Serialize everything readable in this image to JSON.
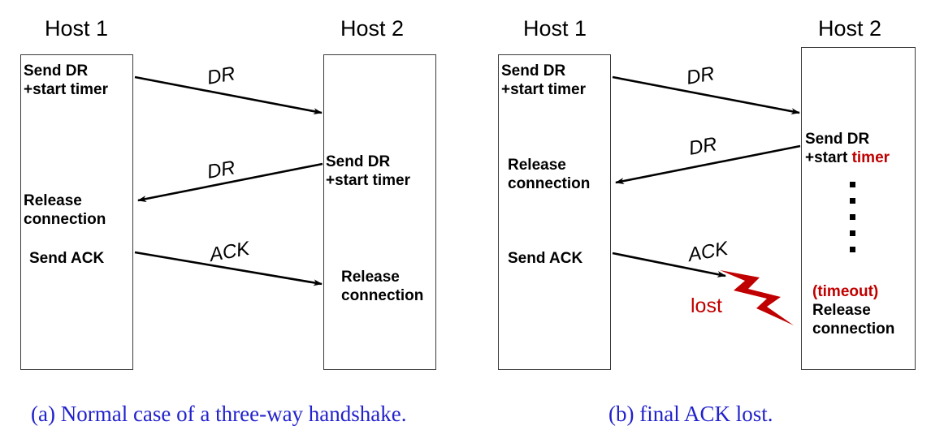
{
  "figure": {
    "background_color": "#ffffff",
    "accent_blue": "#2222cc",
    "accent_red": "#c00000",
    "line_color": "#000000"
  },
  "panel_a": {
    "host1_label": "Host 1",
    "host2_label": "Host 2",
    "caption": "(a) Normal case of a three-way handshake.",
    "host1_events": [
      {
        "line1": "Send DR",
        "line2": "+start timer"
      },
      {
        "line1": "Release",
        "line2": "connection"
      },
      {
        "line1": "Send ACK",
        "line2": ""
      }
    ],
    "host2_events": [
      {
        "line1": "Send DR",
        "line2": "+start timer"
      },
      {
        "line1": "Release",
        "line2": "connection"
      }
    ],
    "messages": [
      {
        "label": "DR",
        "direction": "right"
      },
      {
        "label": "DR",
        "direction": "left"
      },
      {
        "label": "ACK",
        "direction": "right"
      }
    ]
  },
  "panel_b": {
    "host1_label": "Host 1",
    "host2_label": "Host 2",
    "caption": "(b) final ACK lost.",
    "host1_events": [
      {
        "line1": "Send DR",
        "line2": "+start timer"
      },
      {
        "line1": "Release",
        "line2": "connection"
      },
      {
        "line1": "Send ACK",
        "line2": ""
      }
    ],
    "host2_events": [
      {
        "line1": "Send DR",
        "line2_plain": "+start ",
        "line2_red": "timer"
      },
      {
        "line1_red": "(timeout)",
        "line2": "Release",
        "line3": "connection"
      }
    ],
    "messages": [
      {
        "label": "DR",
        "direction": "right"
      },
      {
        "label": "DR",
        "direction": "left"
      },
      {
        "label": "ACK",
        "direction": "right-lost"
      }
    ],
    "lost_label": "lost",
    "ellipsis_dots": 5
  }
}
